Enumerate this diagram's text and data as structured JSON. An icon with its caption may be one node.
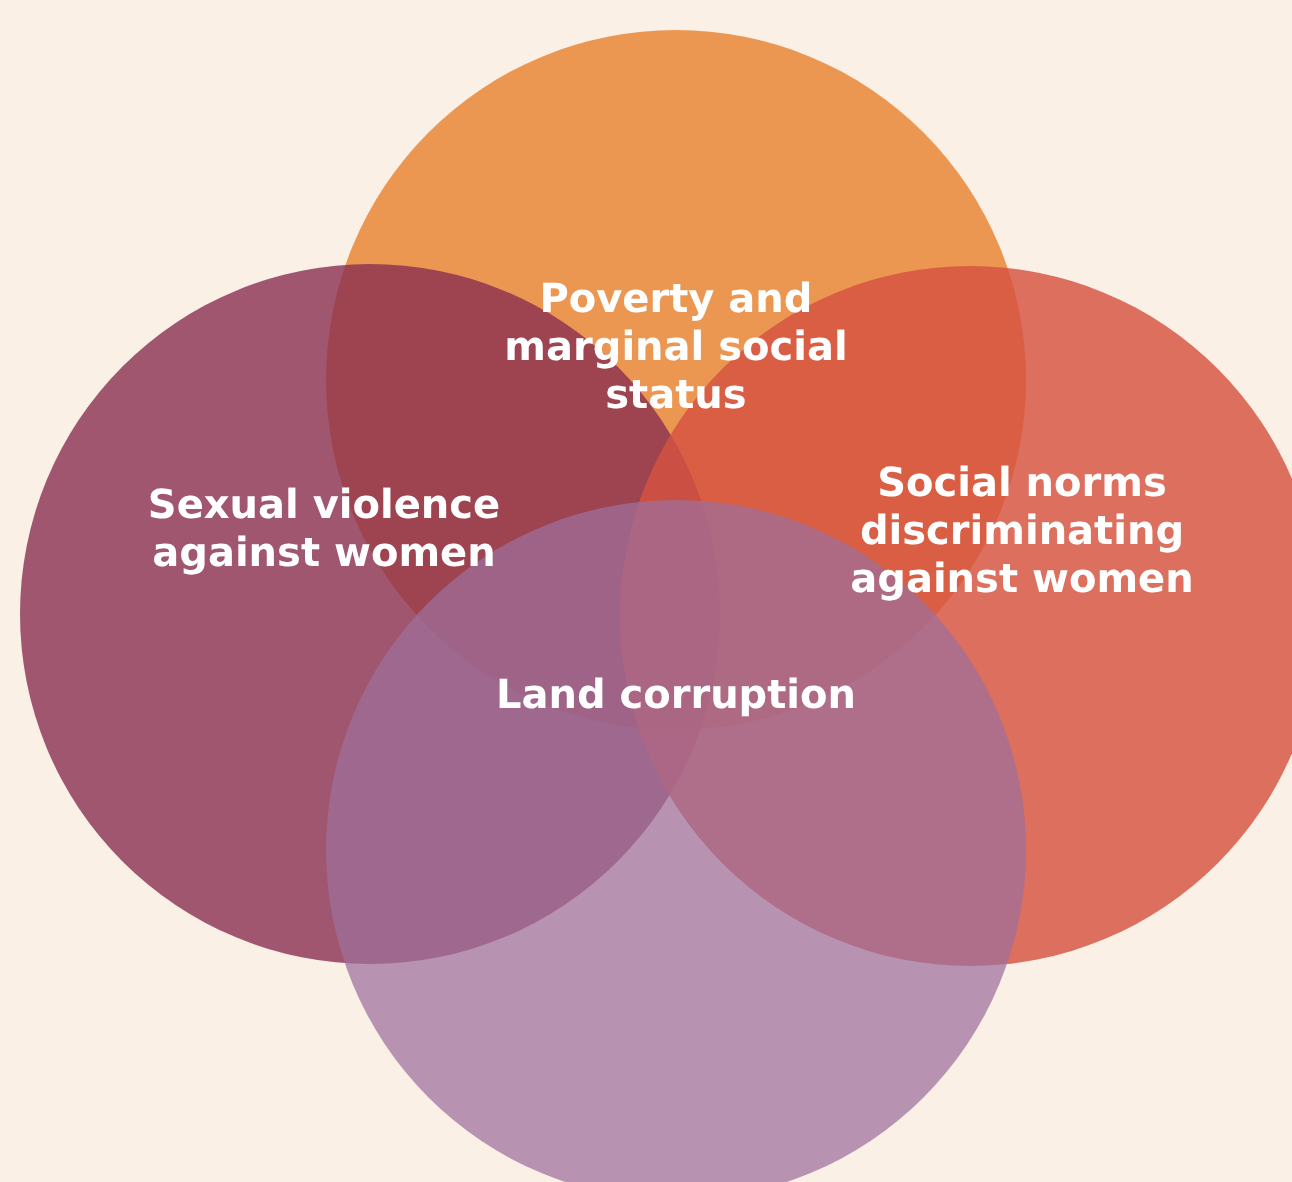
{
  "diagram": {
    "nodes": [
      {
        "text": [
          "Poverty and marginal social status"
        ]
      },
      {
        "text": [
          "Sexual violence against women"
        ]
      },
      {
        "text": [
          "Social norms discriminating against women"
        ]
      },
      {
        "text": [
          "Land corruption"
        ]
      }
    ]
  }
}
